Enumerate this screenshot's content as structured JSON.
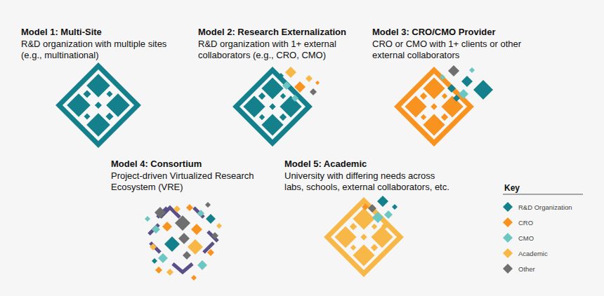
{
  "diagram": {
    "labels": [
      "Model 1: Multi-Site",
      "R&D organization with multiple sites (e.g., multinational)",
      "Model 2: Research Externalization",
      "R&D organization with 1+ external collaborators (e.g., CRO, CMO)",
      "Model 3: CRO/CMO Provider",
      "CRO or CMO with 1+ clients or other external collaborators",
      "Model 4: Consortium",
      "Project-driven Virtualized Research Ecosystem (VRE)",
      "Model 5: Academic",
      "University with differing needs across labs, schools, external collaborators, etc.",
      "Key"
    ],
    "legend": [
      {
        "text": "R&D Organization",
        "color": "#13808c"
      },
      {
        "text": "CRO",
        "color": "#f7931e"
      },
      {
        "text": "CMO",
        "color": "#6cc6c1"
      },
      {
        "text": "Academic",
        "color": "#f8b848"
      },
      {
        "text": "Other",
        "color": "#6f6f6f"
      }
    ]
  }
}
